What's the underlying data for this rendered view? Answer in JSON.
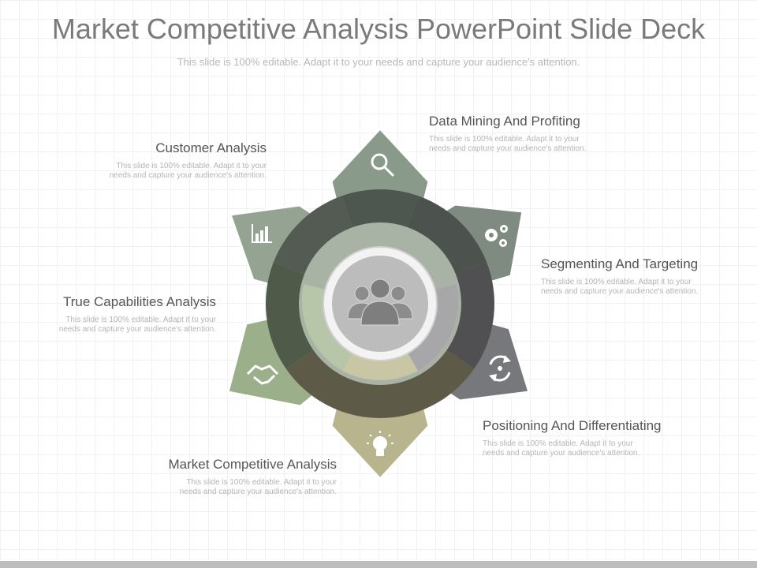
{
  "title": "Market Competitive Analysis PowerPoint Slide Deck",
  "subtitle": "This slide is 100% editable. Adapt it to your needs and capture your audience's attention.",
  "center_icon": "people-group-icon",
  "segments": [
    {
      "title": "Data Mining And Profiting",
      "text": "This slide is 100% editable. Adapt it to your needs and capture your audience's attention.",
      "icon": "search-icon",
      "color": "#8a9a8a"
    },
    {
      "title": "Segmenting And Targeting",
      "text": "This slide is 100% editable. Adapt it to your needs and capture your audience's attention.",
      "icon": "gears-icon",
      "color": "#7f8a80"
    },
    {
      "title": "Positioning And Differentiating",
      "text": "This slide is 100% editable. Adapt it to your needs and capture your audience's attention.",
      "icon": "refresh-cycle-icon",
      "color": "#77787b"
    },
    {
      "title": "Market Competitive Analysis",
      "text": "This slide is 100% editable. Adapt it to your needs and capture your audience's attention.",
      "icon": "lightbulb-icon",
      "color": "#b8b58e"
    },
    {
      "title": "True Capabilities Analysis",
      "text": "This slide is 100% editable. Adapt it to your needs and capture your audience's attention.",
      "icon": "handshake-icon",
      "color": "#9bb08a"
    },
    {
      "title": "Customer Analysis",
      "text": "This slide is 100% editable. Adapt it to your needs and capture your audience's attention.",
      "icon": "bar-chart-icon",
      "color": "#95a393"
    }
  ]
}
